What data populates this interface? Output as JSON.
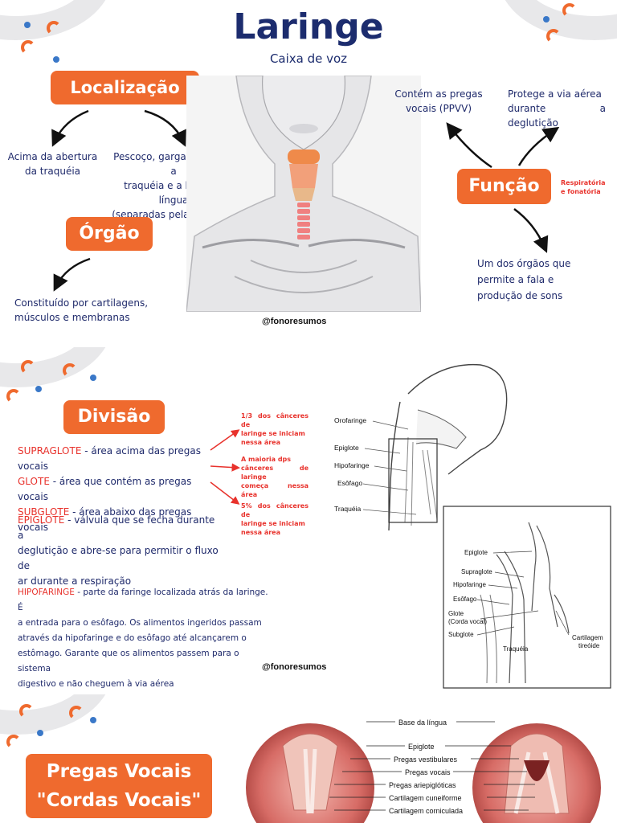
{
  "panel1": {
    "title": "Laringe",
    "subtitle": "Caixa de voz",
    "localizacao": {
      "label": "Localização",
      "left": [
        "Acima da abertura",
        "da traquéia"
      ],
      "right": [
        "Pescoço, garganta, entre a",
        "traquéia e a base da língua",
        "(separadas pela epiglote)"
      ]
    },
    "orgao": {
      "label": "Órgão",
      "text": [
        "Constituído por cartilagens,",
        "músculos e membranas"
      ]
    },
    "funcao": {
      "label": "Função",
      "tag": [
        "Respiratória",
        "e fonatória"
      ],
      "top_left": [
        "Contém as pregas",
        "vocais (PPVV)"
      ],
      "top_right": [
        "Protege a via aérea",
        "durante a deglutição"
      ],
      "bottom": [
        "Um dos órgãos que",
        "permite a fala e",
        "produção de sons"
      ]
    },
    "handle": "@fonoresumos"
  },
  "panel2": {
    "divisao_label": "Divisão",
    "supraglote": {
      "term": "SUPRAGLOTE",
      "rest": " - área acima das pregas vocais"
    },
    "glote": {
      "term": "GLOTE",
      "rest": " - área que contém as pregas vocais"
    },
    "subglote": {
      "term": "SUBGLOTE",
      "rest": " - área abaixo das pregas vocais"
    },
    "cancer_notes": [
      [
        "1/3 dos cânceres de",
        "laringe se iniciam",
        "nessa área"
      ],
      [
        "A maioria dps",
        "cânceres de laringe",
        "começa nessa área"
      ],
      [
        "5% dos cânceres de",
        "laringe se iniciam",
        "nessa área"
      ]
    ],
    "epiglote": {
      "term": "EPIGLOTE",
      "lines": [
        " - válvula que se fecha durante a",
        "deglutição e abre-se para permitir o fluxo de",
        "ar durante a respiração"
      ]
    },
    "hipofaringe": {
      "term": "HIPOFARINGE",
      "lines": [
        " - parte da faringe localizada atrás da laringe. É",
        "a entrada para o esôfago. Os alimentos ingeridos passam",
        "através da hipofaringe e do esôfago até alcançarem o",
        "estômago. Garante que os alimentos passem para o sistema",
        "digestivo e não cheguem à via aérea"
      ]
    },
    "handle": "@fonoresumos",
    "diagram_top_labels": [
      "Orofaringe",
      "Epiglote",
      "Hipofaringe",
      "Esôfago",
      "Traquéia"
    ],
    "diagram_zoom_labels": [
      "Epiglote",
      "Supraglote",
      "Hipofaringe",
      "Esôfago",
      "Glote",
      "(Corda vocal)",
      "Subglote",
      "Traquéia",
      "Cartilagem",
      "tireóide"
    ]
  },
  "panel3": {
    "title_line1": "Pregas Vocais",
    "title_line2": "\"Cordas Vocais\"",
    "labels": [
      "Base da língua",
      "Epiglote",
      "Pregas vestibulares",
      "Pregas vocais",
      "Pregas ariepiglóticas",
      "Cartilagem cuneiforme",
      "Cartilagem corniculada"
    ]
  }
}
